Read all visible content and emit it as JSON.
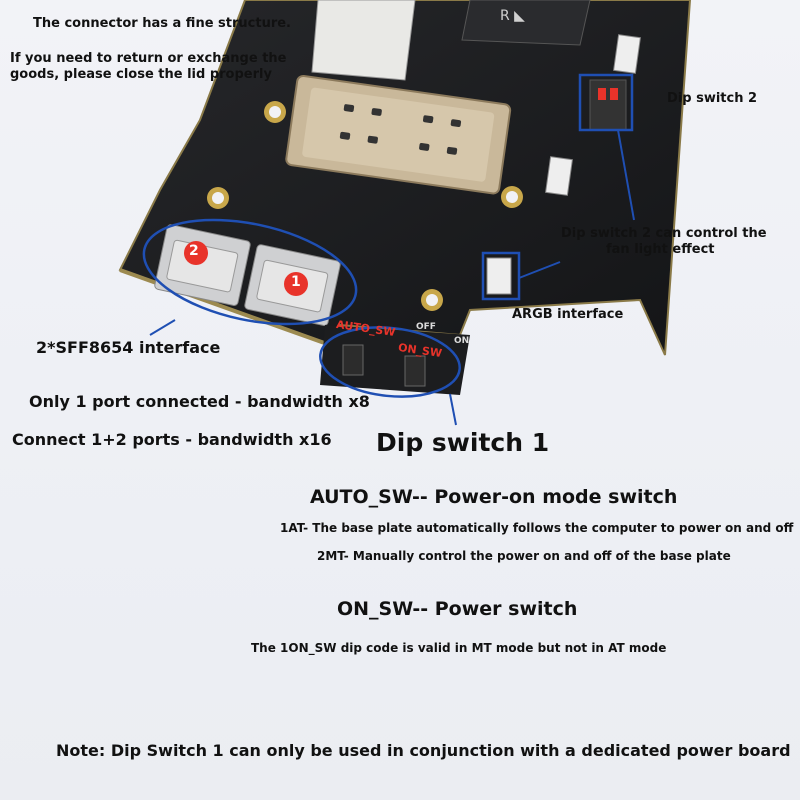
{
  "top_note": {
    "line1": "The connector has a fine structure.",
    "line2": "If you need to return or exchange the",
    "line3": "goods, please close the lid properly"
  },
  "callouts": {
    "dip_switch_2": "Dip switch 2",
    "dip_switch_2_desc_1": "Dip switch 2 can control the",
    "dip_switch_2_desc_2": "fan light effect",
    "argb": "ARGB interface"
  },
  "board_labels": {
    "port_2": "2",
    "port_1": "1",
    "auto_sw": "AUTO_SW",
    "on_sw": "ON_SW",
    "off": "OFF",
    "on": "ON"
  },
  "left_info": {
    "sff": "2*SFF8654 interface",
    "one_port": "Only 1 port connected - bandwidth x8",
    "two_ports": "Connect 1+2 ports - bandwidth x16"
  },
  "dip1": {
    "title": "Dip switch 1",
    "auto_title": "AUTO_SW-- Power-on mode switch",
    "auto_line1": "1AT- The base plate automatically follows the computer to power on and off",
    "auto_line2": "2MT- Manually control the power on and off of the base plate",
    "on_title": "ON_SW-- Power switch",
    "on_line1": "The 1ON_SW dip code is valid in MT mode but not in AT mode"
  },
  "footer": {
    "note": "Note: Dip Switch 1 can only be used in conjunction with a dedicated power board"
  },
  "colors": {
    "pcb": "#1c1d1f",
    "pcb_edge": "#8a7a48",
    "callout_blue": "#1f4fb3",
    "port_red": "#e8332a",
    "label_red": "#e8332a",
    "connector_beige": "#c9b89a"
  }
}
